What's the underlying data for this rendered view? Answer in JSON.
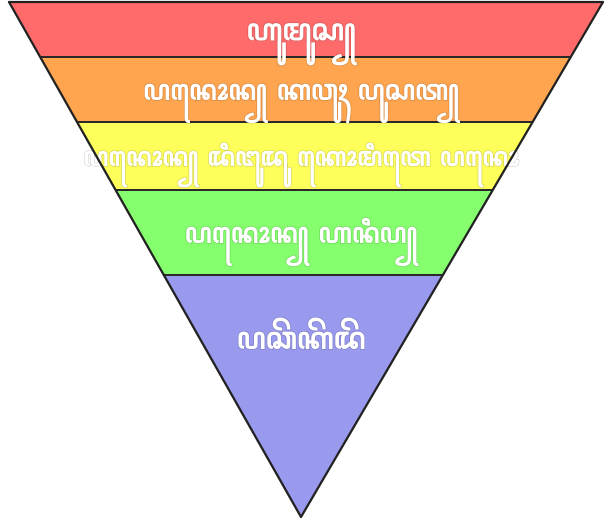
{
  "diagram": {
    "type": "inverted-pyramid",
    "tiers": [
      {
        "label": "ꦲꦸꦩꦸꦱ꧀",
        "color": "#ff6b6b"
      },
      {
        "label": "ꦥꦤꦺꦴꦤ꧀ ꦏꦮꦸꦃ ꦥꦸꦱꦠ꧀",
        "color": "#ffa54f"
      },
      {
        "label": "ꦥꦤꦺꦴꦤ꧀ ꦢꦶꦔꦸꦢꦸ ꦏꦺꦴꦩꦶꦠꦺ ꦥꦤꦺꦴ",
        "color": "#ffff5c"
      },
      {
        "label": "ꦥꦤꦺꦴꦤ꧀ ꦲꦤꦶꦥ꧀",
        "color": "#85ff6e"
      },
      {
        "label": "ꦥꦕꦼꦏꦼꦢꦼ",
        "color": "#9999ee"
      }
    ]
  }
}
